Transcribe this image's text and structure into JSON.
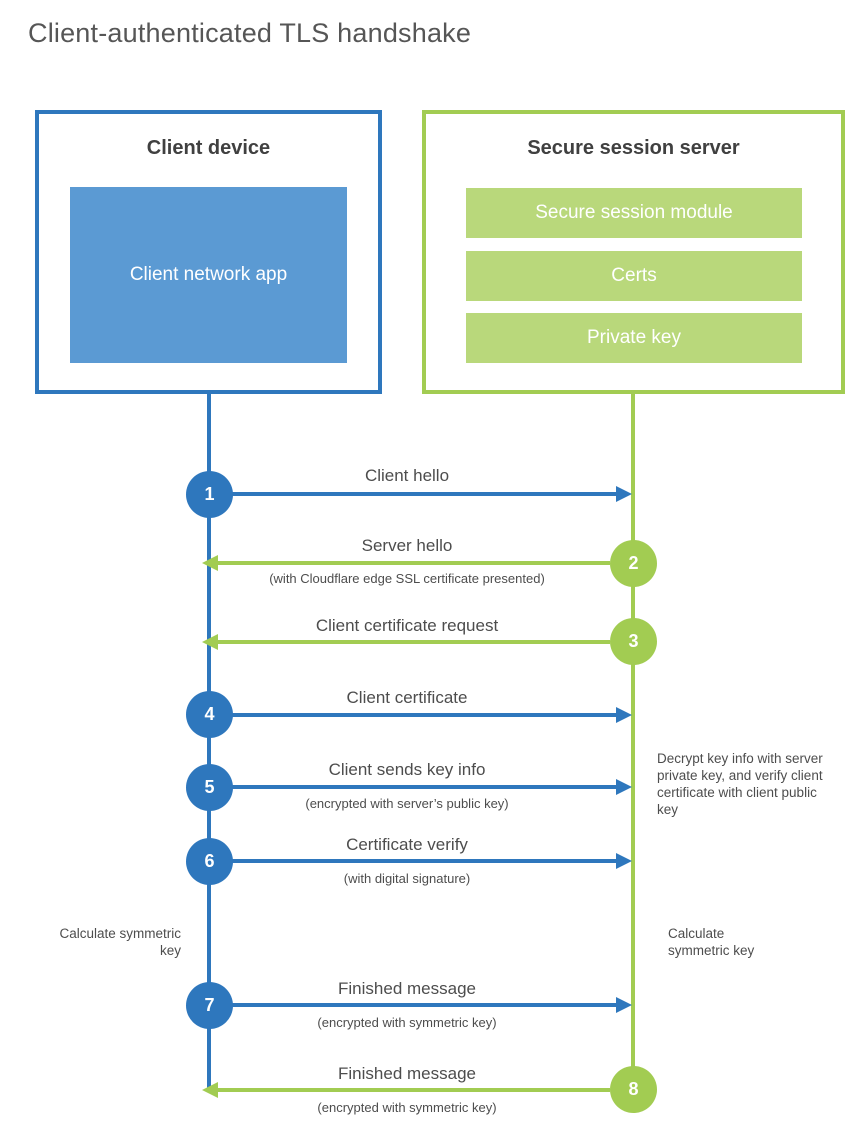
{
  "title": "Client-authenticated TLS handshake",
  "colors": {
    "blue": "#2e77bd",
    "blue_fill": "#5b9ad3",
    "green": "#a2cc52",
    "green_fill": "#b9d87b",
    "text_dark": "#404040",
    "text_gray": "#4d4d4d",
    "title_gray": "#565656"
  },
  "client_box": {
    "title": "Client device",
    "module": "Client network app"
  },
  "server_box": {
    "title": "Secure session server",
    "modules": [
      "Secure session module",
      "Certs",
      "Private key"
    ]
  },
  "steps": [
    {
      "num": "1",
      "direction": "client-to-server",
      "label": "Client hello",
      "sublabel": ""
    },
    {
      "num": "2",
      "direction": "server-to-client",
      "label": "Server hello",
      "sublabel": "(with Cloudflare edge SSL certificate presented)"
    },
    {
      "num": "3",
      "direction": "server-to-client",
      "label": "Client certificate request",
      "sublabel": ""
    },
    {
      "num": "4",
      "direction": "client-to-server",
      "label": "Client certificate",
      "sublabel": ""
    },
    {
      "num": "5",
      "direction": "client-to-server",
      "label": "Client sends key info",
      "sublabel": "(encrypted with server’s public key)"
    },
    {
      "num": "6",
      "direction": "client-to-server",
      "label": "Certificate verify",
      "sublabel": "(with digital signature)"
    },
    {
      "num": "7",
      "direction": "client-to-server",
      "label": "Finished message",
      "sublabel": "(encrypted with symmetric key)"
    },
    {
      "num": "8",
      "direction": "server-to-client",
      "label": "Finished message",
      "sublabel": "(encrypted with symmetric key)"
    }
  ],
  "annotations": {
    "server_note": "Decrypt key info with server private key, and verify client certificate with client public key",
    "client_calculate": "Calculate symmetric key",
    "server_calculate": "Calculate symmetric key"
  }
}
